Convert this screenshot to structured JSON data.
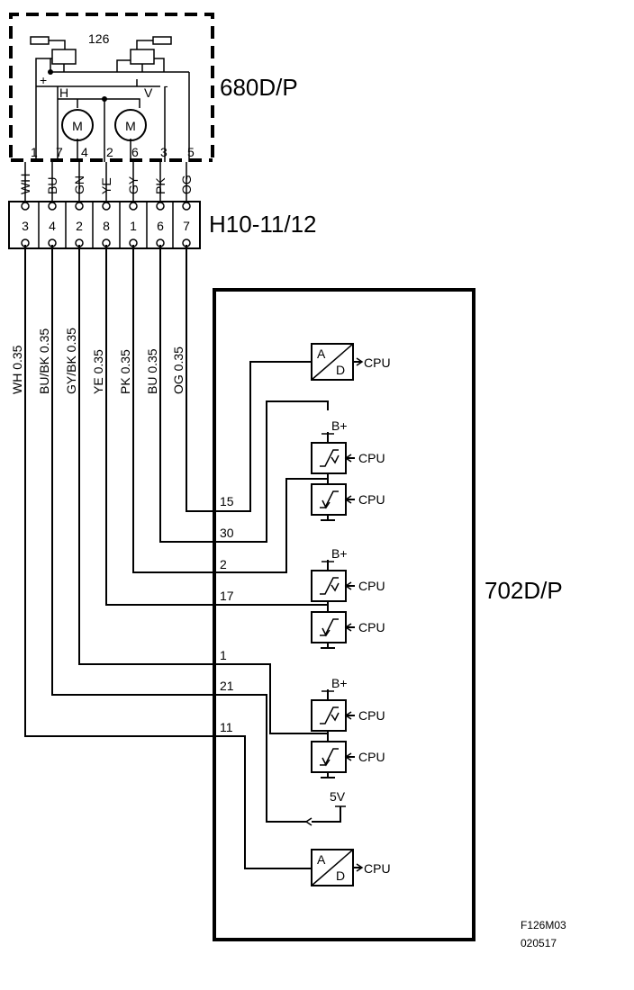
{
  "components": {
    "motor_unit": {
      "label": "680D/P",
      "number": "126",
      "h_label": "H",
      "v_label": "V",
      "plus": "+",
      "minus": "-",
      "motor": "M"
    },
    "connector": {
      "label": "H10-11/12"
    },
    "control_unit": {
      "label": "702D/P"
    }
  },
  "motor_pins": [
    "1",
    "7",
    "4",
    "2",
    "6",
    "3",
    "5"
  ],
  "upper_wires": [
    "WH",
    "BU",
    "GN",
    "YE",
    "GY",
    "PK",
    "OG"
  ],
  "connector_pins": [
    "3",
    "4",
    "2",
    "8",
    "1",
    "6",
    "7"
  ],
  "lower_wires": [
    "WH  0.35",
    "BU/BK  0.35",
    "GY/BK  0.35",
    "YE  0.35",
    "PK  0.35",
    "BU  0.35",
    "OG  0.35"
  ],
  "ecu_pins": [
    "15",
    "30",
    "2",
    "17",
    "1",
    "21",
    "11"
  ],
  "internal": {
    "adc_a": "A",
    "adc_d": "D",
    "cpu": "CPU",
    "supply": "B+",
    "ref": "5V"
  },
  "footer": {
    "code": "F126M03",
    "date": "020517"
  }
}
